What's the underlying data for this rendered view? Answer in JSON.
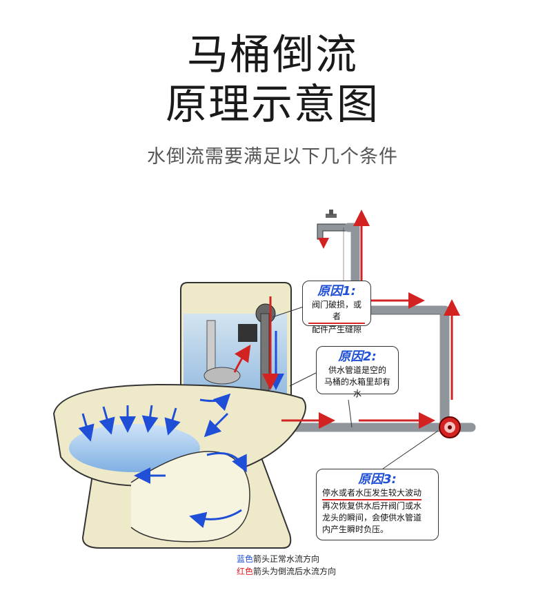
{
  "header": {
    "title_line1": "马桶倒流",
    "title_line2": "原理示意图",
    "subtitle": "水倒流需要满足以下几个条件"
  },
  "callouts": [
    {
      "heading": "原因1:",
      "lines": [
        "阀门破损，或者",
        "配件产生缝隙"
      ]
    },
    {
      "heading": "原因2:",
      "lines": [
        "供水管道是空的",
        "马桶的水箱里却有水"
      ]
    },
    {
      "heading": "原因3:",
      "lines": [
        "停水或者水压发生较大波动",
        "再次恢复供水后开阀门或水",
        "龙头的瞬间，会使供水管道",
        "内产生瞬时负压。"
      ]
    }
  ],
  "legend": {
    "blue_word": "蓝色",
    "blue_text": "箭头正常水流方向",
    "red_word": "红色",
    "red_text": "箭头为倒流后水流方向"
  },
  "colors": {
    "normal_flow": "#1f4fd6",
    "backflow": "#d22222",
    "pipe": "#8f959b",
    "ceramic": "#eee9c8"
  }
}
